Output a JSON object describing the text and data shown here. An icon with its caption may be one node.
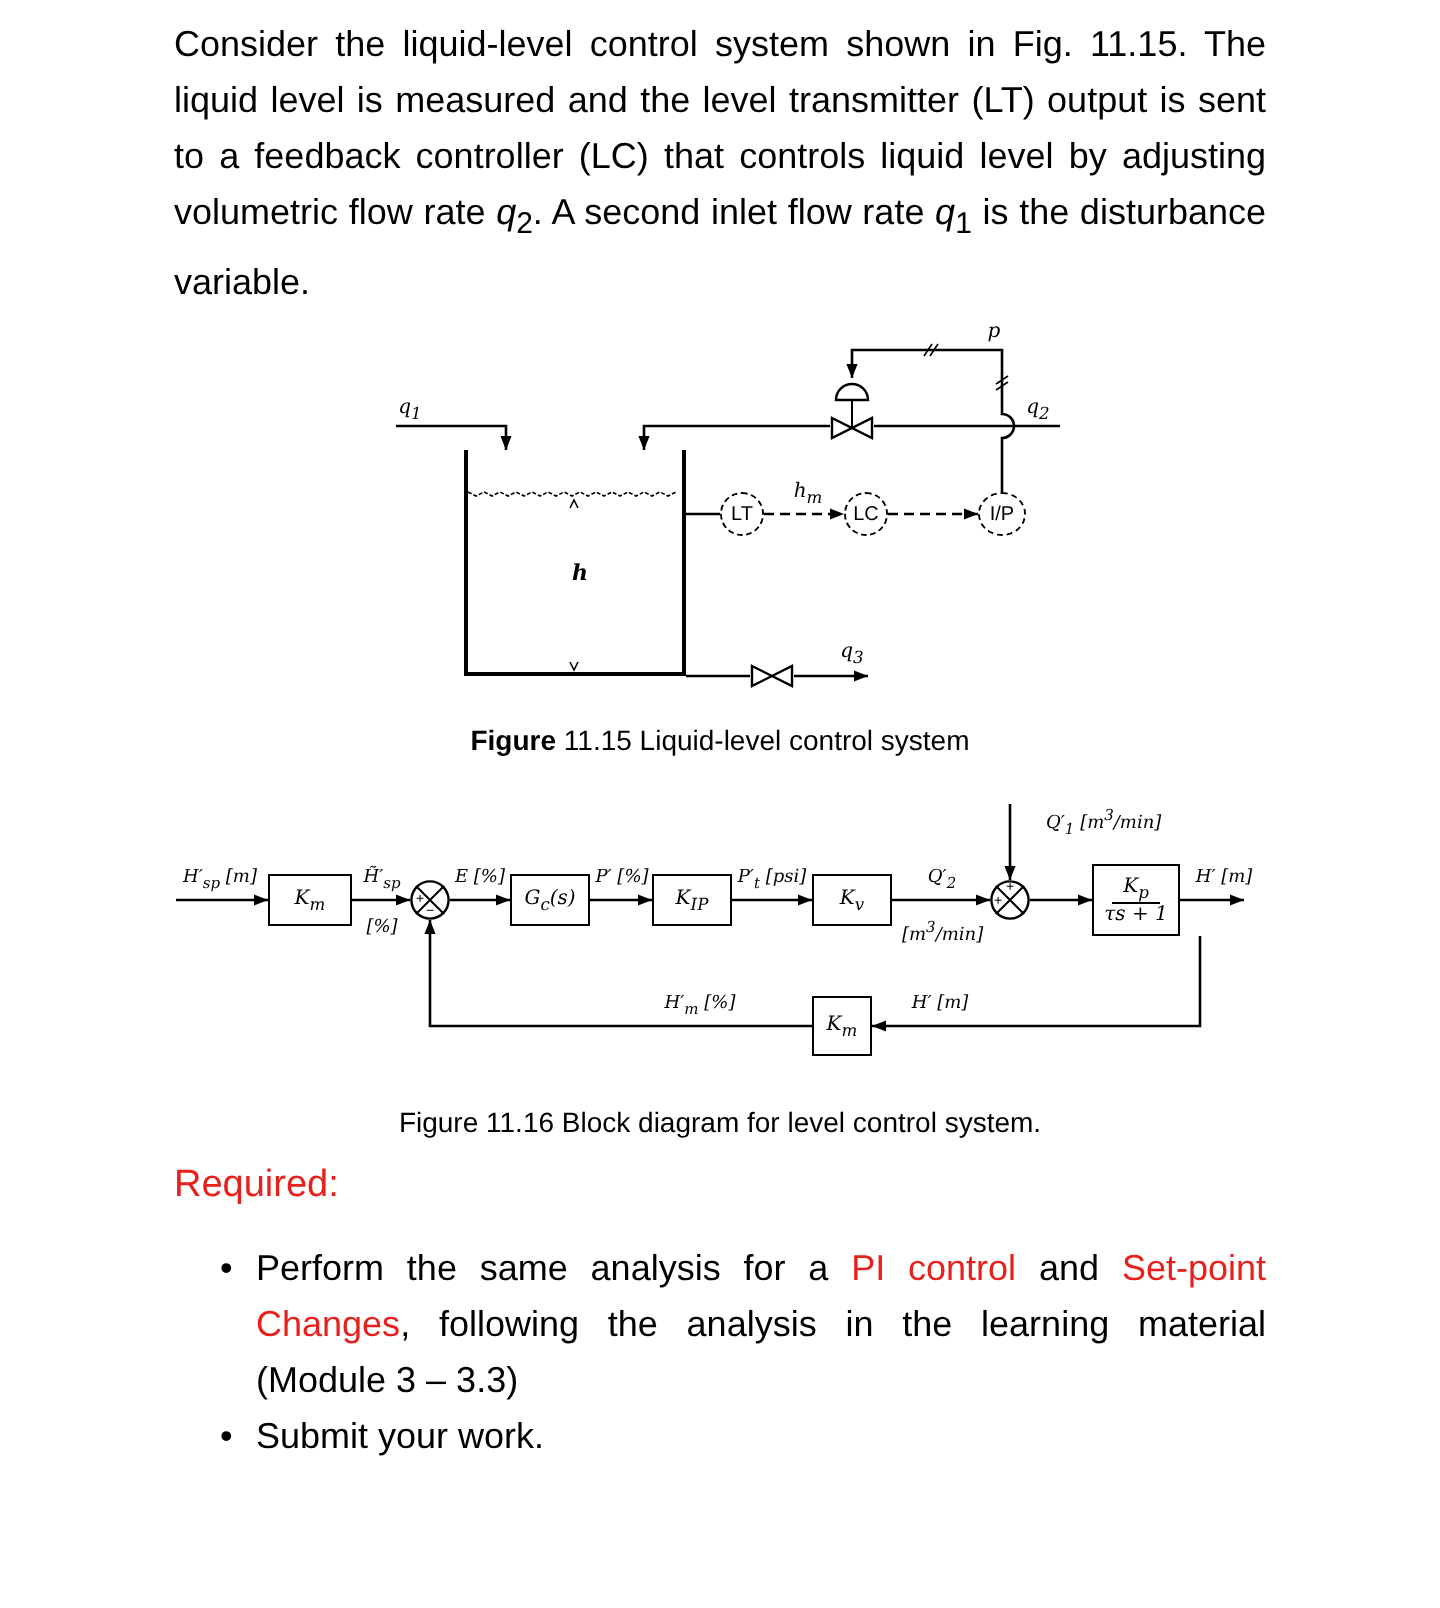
{
  "diagram": {
    "nodes": [
      {
        "text": [
          "h"
        ]
      },
      {
        "text": [
          "LT"
        ]
      },
      {
        "text": [
          "LC"
        ]
      },
      {
        "text": [
          "I/P"
        ]
      },
      {
        "text": [],
        "shape": "valve"
      },
      {
        "text": [],
        "shape": "valve"
      },
      {
        "text": [
          "K$_{m}$"
        ]
      },
      {
        "text": [],
        "shape": "circle"
      },
      {
        "text": [
          "G$_{c}$(s)"
        ]
      },
      {
        "text": [
          "K$_{IP}$"
        ]
      },
      {
        "text": [
          "K$_{v}$"
        ]
      },
      {
        "text": [],
        "shape": "circle"
      },
      {
        "text": [
          "K$_{p}$",
          "τs + 1"
        ]
      },
      {
        "text": [
          "K$_{m}$"
        ]
      }
    ],
    "edges": [
      {
        "from": 0,
        "to": 1,
        "arrow": "none"
      },
      {
        "from": 1,
        "to": 2,
        "arrow": "to",
        "style": "dashed",
        "label": "h$_{m}$"
      },
      {
        "from": 2,
        "to": 3,
        "arrow": "to",
        "style": "dashed"
      },
      {
        "from": 3,
        "to": 4,
        "arrow": "to",
        "label": "p"
      },
      {
        "from": null,
        "to": 4,
        "arrow": "none",
        "label": "q$_{2}$"
      },
      {
        "from": 4,
        "to": 0,
        "arrow": "to"
      },
      {
        "from": null,
        "to": 0,
        "arrow": "to",
        "label": "q$_{1}$"
      },
      {
        "from": 0,
        "to": 5,
        "arrow": "none"
      },
      {
        "from": 5,
        "to": null,
        "arrow": "to",
        "label": "q$_{3}$"
      },
      {
        "from": null,
        "to": 6,
        "arrow": "to",
        "label": "H′$_{sp}$ [m]"
      },
      {
        "from": 6,
        "to": 7,
        "arrow": "to",
        "label": "H̃′$_{sp}$ [%]"
      },
      {
        "from": 7,
        "to": 8,
        "arrow": "to",
        "label": "E [%]"
      },
      {
        "from": 8,
        "to": 9,
        "arrow": "to",
        "label": "P′ [%]"
      },
      {
        "from": 9,
        "to": 10,
        "arrow": "to",
        "label": "P′$_{t}$ [psi]"
      },
      {
        "from": 10,
        "to": 11,
        "arrow": "to",
        "label": "Q′$_{2}$ [m$^{3}$/min]"
      },
      {
        "from": null,
        "to": 11,
        "arrow": "to",
        "label": "Q′$_{1}$ [m$^{3}$/min]"
      },
      {
        "from": 11,
        "to": 12,
        "arrow": "to"
      },
      {
        "from": 12,
        "to": null,
        "arrow": "to",
        "label": "H′ [m]"
      },
      {
        "from": 12,
        "to": 13,
        "arrow": "to",
        "label": "H′ [m]"
      },
      {
        "from": 13,
        "to": 7,
        "arrow": "to",
        "label": "H′$_{m}$ [%]"
      }
    ],
    "labels": [
      "Consider the liquid-level control system shown in Fig. 11.15. The liquid level is measured and the level transmitter (LT) output is sent to a feedback controller (LC) that controls liquid level by adjusting volumetric flow rate *q*$_{2}$. A second inlet flow rate *q*$_{1}$ is the disturbance variable.",
      "**Figure** 11.15 Liquid-level control system",
      "+",
      "−",
      "+",
      "+",
      "Figure 11.16 Block diagram for level control system.",
      "Required:",
      "•",
      "Perform the same analysis for a **PI control** and **Set-point Changes**, following the analysis in the learning material (Module 3 – 3.3)",
      "•",
      "Submit your work."
    ]
  }
}
